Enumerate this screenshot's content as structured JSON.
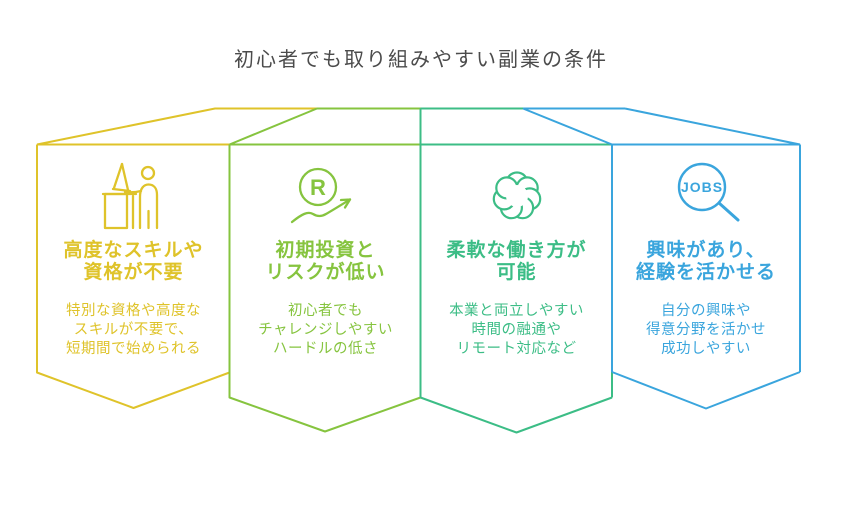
{
  "title": "初心者でも取り組みやすい副業の条件",
  "colors": {
    "background": "#ffffff",
    "title_text": "#4b4b4b",
    "panel1_yellow": "#dfc32a",
    "panel2_green": "#86c43f",
    "panel3_teal": "#3cbd86",
    "panel4_blue": "#3aa5dd"
  },
  "panels": [
    {
      "id": "no-advanced-skills",
      "accent_color": "#dfc32a",
      "icon": "presenter-at-desk-icon",
      "title": "高度なスキルや\n資格が不要",
      "body": "特別な資格や高度な\nスキルが不要で、\n短期間で始められる"
    },
    {
      "id": "low-initial-investment-risk",
      "accent_color": "#86c43f",
      "icon": "registered-mark-growth-arrow-icon",
      "icon_label": "R",
      "title": "初期投資と\nリスクが低い",
      "body": "初心者でも\nチャレンジしやすい\nハードルの低さ"
    },
    {
      "id": "flexible-work-style",
      "accent_color": "#3cbd86",
      "icon": "fluffy-yarn-ball-icon",
      "title": "柔軟な働き方が\n可能",
      "body": "本業と両立しやすい\n時間の融通や\nリモート対応など"
    },
    {
      "id": "leverage-interest-experience",
      "accent_color": "#3aa5dd",
      "icon": "jobs-magnifier-icon",
      "icon_label": "JOBS",
      "title": "興味があり、\n経験を活かせる",
      "body": "自分の興味や\n得意分野を活かせ\n成功しやすい"
    }
  ]
}
